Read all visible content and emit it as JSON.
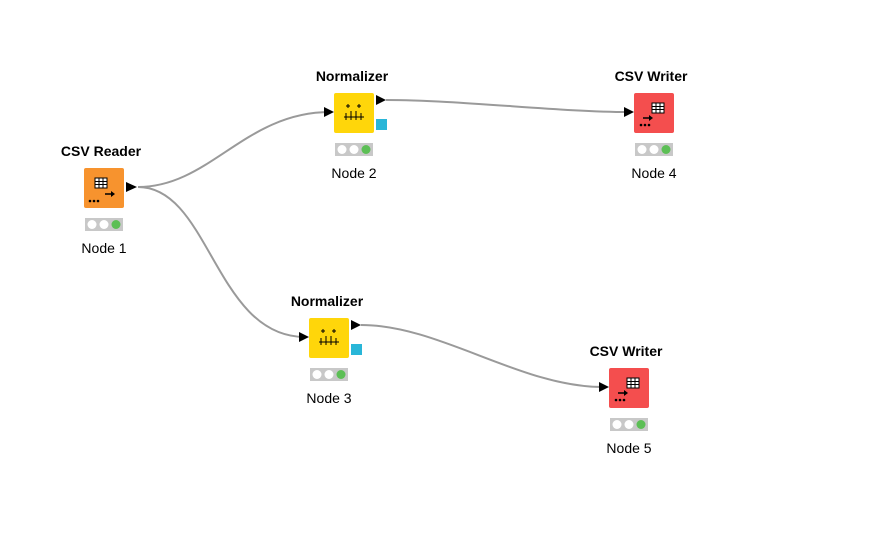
{
  "workflow": {
    "nodes": [
      {
        "id": "node-1",
        "title": "CSV Reader",
        "label": "Node 1",
        "type": "source",
        "color": "#F7932E",
        "status": [
          "idle",
          "idle",
          "executed"
        ]
      },
      {
        "id": "node-2",
        "title": "Normalizer",
        "label": "Node 2",
        "type": "manipulator",
        "color": "#FFD60A",
        "status": [
          "idle",
          "idle",
          "executed"
        ]
      },
      {
        "id": "node-3",
        "title": "Normalizer",
        "label": "Node 3",
        "type": "manipulator",
        "color": "#FFD60A",
        "status": [
          "idle",
          "idle",
          "executed"
        ]
      },
      {
        "id": "node-4",
        "title": "CSV Writer",
        "label": "Node 4",
        "type": "sink",
        "color": "#F44E4E",
        "status": [
          "idle",
          "idle",
          "executed"
        ]
      },
      {
        "id": "node-5",
        "title": "CSV Writer",
        "label": "Node 5",
        "type": "sink",
        "color": "#F44E4E",
        "status": [
          "idle",
          "idle",
          "executed"
        ]
      }
    ],
    "connections": [
      {
        "from": "node-1",
        "to": "node-2"
      },
      {
        "from": "node-1",
        "to": "node-3"
      },
      {
        "from": "node-2",
        "to": "node-4"
      },
      {
        "from": "node-3",
        "to": "node-5"
      }
    ],
    "colors": {
      "source": "#F7932E",
      "manipulator": "#FFD60A",
      "sink": "#F44E4E",
      "model_port": "#29B6D8",
      "connection": "#9A9A9A",
      "status_idle": "#FFFFFF",
      "status_ok": "#5CBF55",
      "status_bg": "#C8C8C8"
    }
  }
}
